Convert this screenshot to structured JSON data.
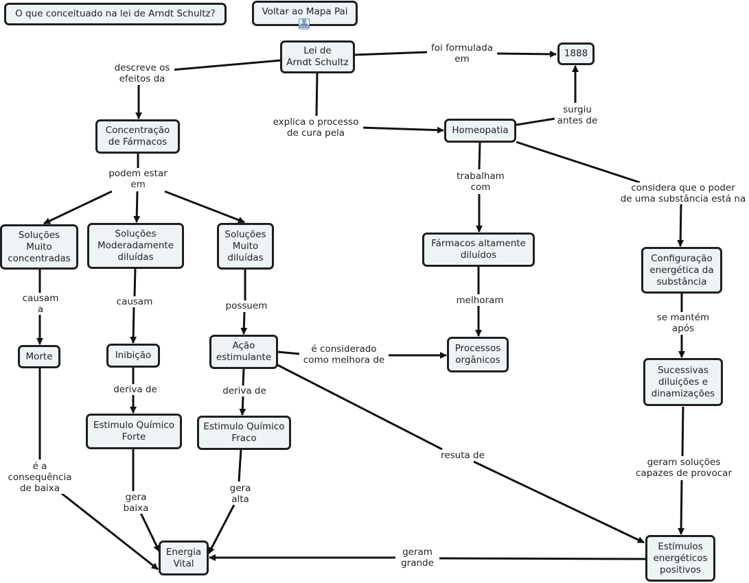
{
  "concept_map": {
    "nodes": {
      "question": "O que conceituado na  lei de Arndt Schultz?",
      "back": "Voltar ao Mapa Pai",
      "lei": "Lei de\nArndt Schultz",
      "year": "1888",
      "concentracao": "Concentração\nde Fármacos",
      "homeopatia": "Homeopatia",
      "sol_concentradas": "Soluções\nMuito\nconcentradas",
      "sol_moderadas": "Soluções\nModeradamente\ndiluídas",
      "sol_diluidas": "Soluções\nMuito\ndiluídas",
      "farmacos_diluidos": "Fármacos altamente\ndiluídos",
      "configuracao": "Configuração\nenergética da\nsubstância",
      "morte": "Morte",
      "inibicao": "Inibição",
      "acao": "Ação\nestimulante",
      "processos": "Processos\norgânicos",
      "sucessivas": "Sucessivas\ndiluições e\ndinamizações",
      "estimulo_forte": "Estimulo Químico\nForte",
      "estimulo_fraco": "Estimulo Químico\nFraco",
      "energia": "Energia\nVital",
      "estimulos_positivos": "Estímulos\nenergéticos\npositivos"
    },
    "links": {
      "foi_formulada": "foi formulada\nem",
      "descreve": "descreve os\nefeitos da",
      "explica": "explica o processo\nde cura pela",
      "surgiu": "surgiu\nantes de",
      "podem_estar": "podem estar\nem",
      "trabalham": "trabalham\ncom",
      "considera": "considera que o poder\nde uma substância está na",
      "causam_a": "causam\na",
      "causam": "causam",
      "possuem": "possuem",
      "melhoram": "melhoram",
      "se_mantem": "se mantém\napós",
      "considerado": "é considerado\ncomo melhora de",
      "deriva_forte": "deriva de",
      "deriva_fraco": "deriva de",
      "resulta": "resuta de",
      "geram_solucoes": "geram soluções\ncapazes de provocar",
      "consequencia": "é a\nconsequência\nde baixa",
      "gera_baixa": "gera\nbaixa",
      "gera_alta": "gera\nalta",
      "geram_grande": "geram\ngrande"
    }
  }
}
